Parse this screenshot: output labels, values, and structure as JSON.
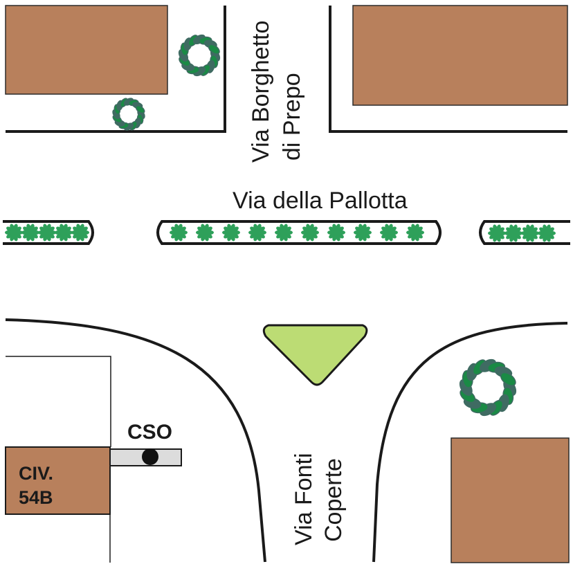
{
  "map": {
    "streets": {
      "borghetto_line1": "Via Borghetto",
      "borghetto_line2": "di Prepo",
      "pallotta": "Via della Pallotta",
      "fonti_line1": "Via Fonti",
      "fonti_line2": "Coperte"
    },
    "building_label_line1": "CIV.",
    "building_label_line2": "54B",
    "cso_label": "CSO"
  },
  "colors": {
    "building": "#b8805c",
    "triangle": "#bcdc74",
    "tree_dark": "#3f6b62",
    "tree_green": "#1a8a45",
    "hedge": "#2ea05a",
    "pipe": "#dcdcdc",
    "line": "#1a1a1a"
  }
}
